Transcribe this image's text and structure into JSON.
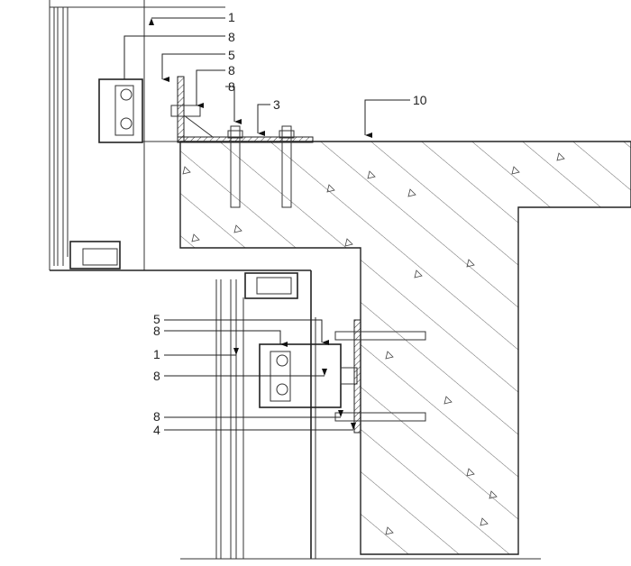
{
  "diagram": {
    "title": "Curtain wall anchoring section detail",
    "labels_upper": [
      "1",
      "8",
      "5",
      "8",
      "8",
      "3",
      "10"
    ],
    "labels_lower": [
      "5",
      "8",
      "1",
      "8",
      "8",
      "4"
    ]
  }
}
